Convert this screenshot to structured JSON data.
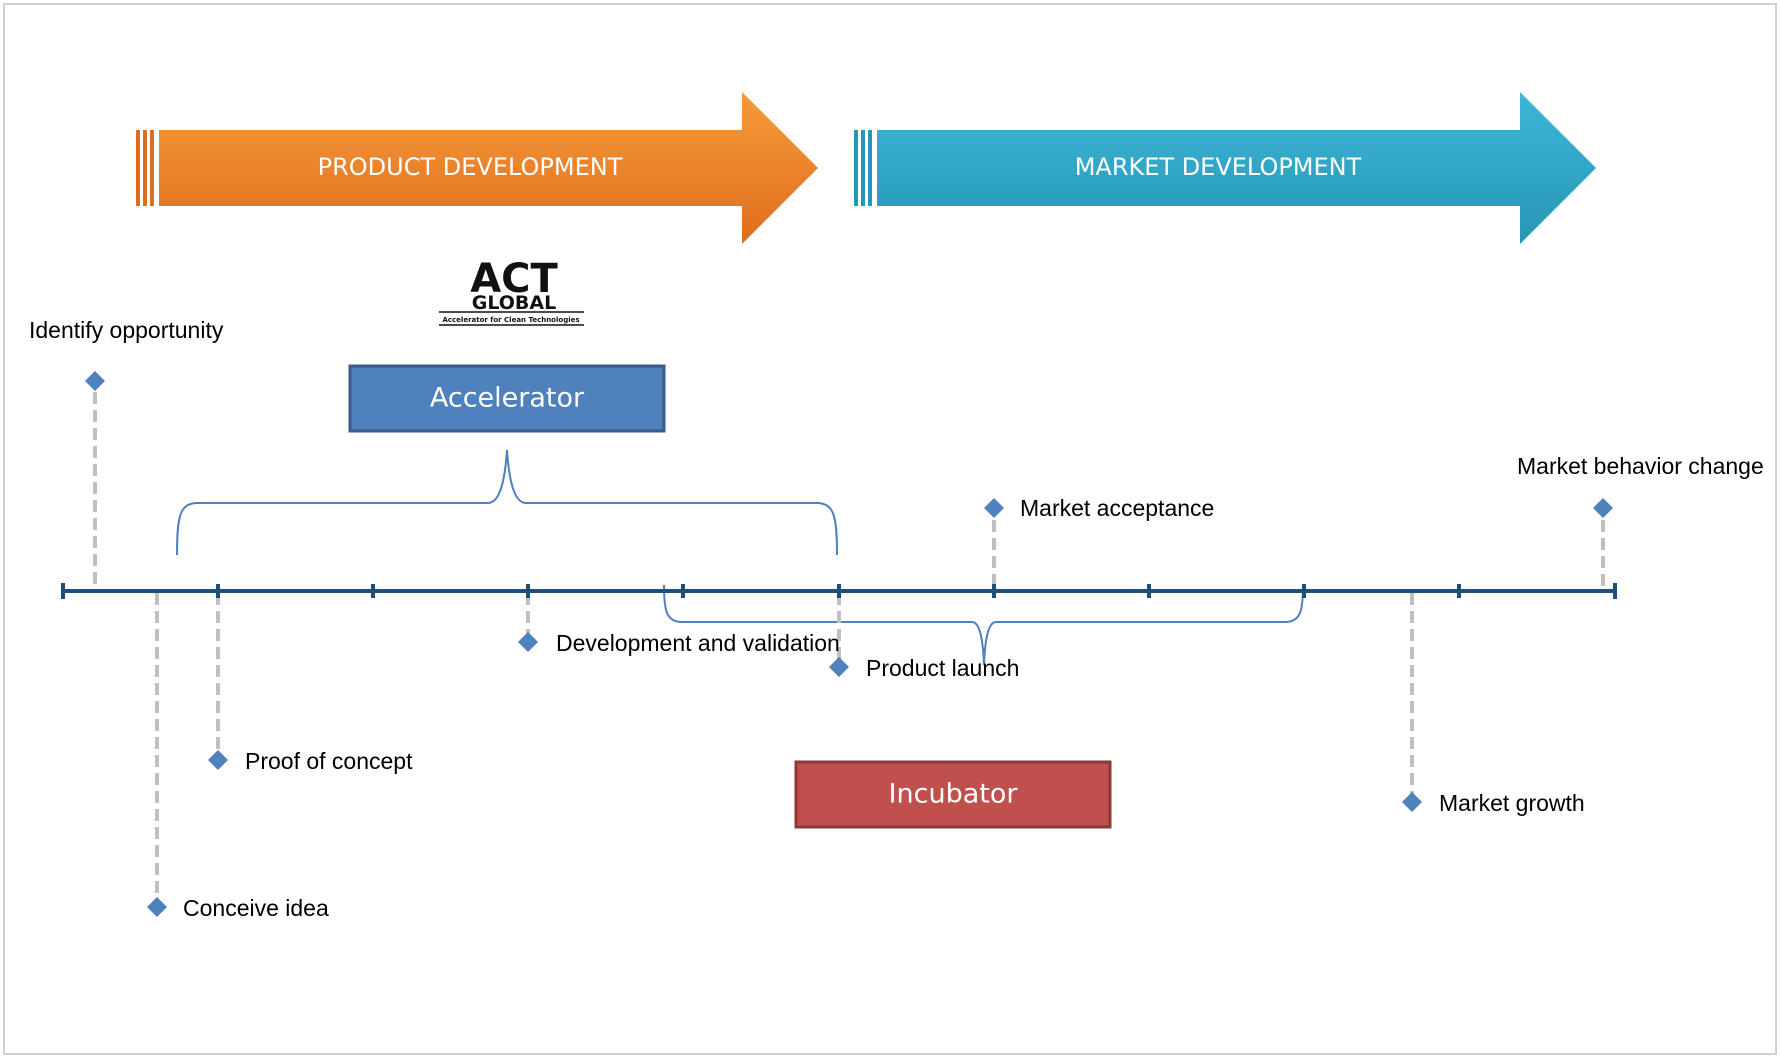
{
  "phases": {
    "product": {
      "label": "PRODUCT DEVELOPMENT",
      "color": "#ED7D31"
    },
    "market": {
      "label": "MARKET DEVELOPMENT",
      "color": "#31A8C9"
    }
  },
  "logo": {
    "name": "ACT",
    "sub": "GLOBAL",
    "tagline": "Accelerator for Clean Technologies"
  },
  "programs": {
    "accelerator": {
      "label": "Accelerator",
      "color": "#4F81BD"
    },
    "incubator": {
      "label": "Incubator",
      "color": "#C0504D"
    }
  },
  "milestones": {
    "identify_opportunity": "Identify opportunity",
    "conceive_idea": "Conceive idea",
    "proof_of_concept": "Proof of concept",
    "development_validation": "Development and validation",
    "product_launch": "Product launch",
    "market_acceptance": "Market acceptance",
    "market_growth": "Market growth",
    "market_behavior_change": "Market behavior change"
  },
  "colors": {
    "timeline": "#1F4E79",
    "marker": "#4F81BD",
    "connector": "#BFBFBF"
  }
}
